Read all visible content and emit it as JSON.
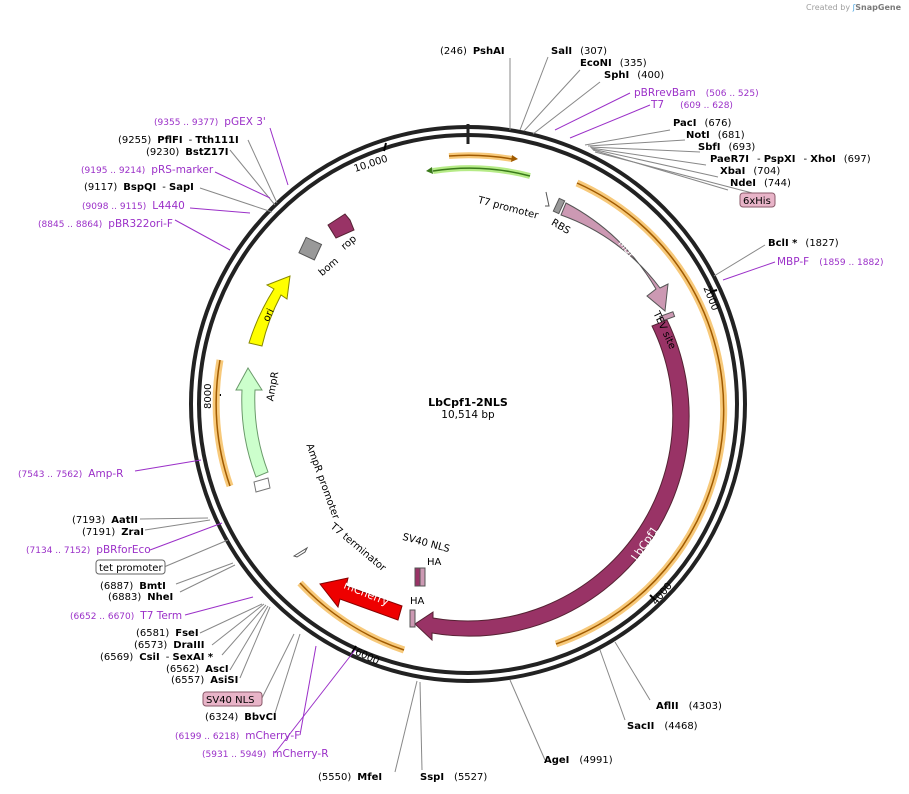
{
  "credit": {
    "text": "Created by",
    "brand": "SnapGene"
  },
  "plasmid": {
    "name": "LbCpf1-2NLS",
    "size": "10,514 bp",
    "total_bp": 10514
  },
  "colors": {
    "backbone": "#222222",
    "enzyme_line": "#808080",
    "primer": "#9b30c8",
    "orange_glow": "#f7c97a",
    "mbp": "#cc99b3",
    "lbcpf1": "#993366",
    "mcherry": "#ee0000",
    "ori": "#ffff00",
    "ampr": "#ccffcc",
    "rop": "#993366",
    "bom": "#999999",
    "green_arrow": "#8bd35b"
  },
  "ticks": [
    {
      "label": "10,000",
      "bp": 10000
    },
    {
      "label": "2000",
      "bp": 2000
    },
    {
      "label": "4000",
      "bp": 4000
    },
    {
      "label": "6000",
      "bp": 6000
    },
    {
      "label": "8000",
      "bp": 8000
    }
  ],
  "features": {
    "inner_labels": [
      {
        "id": "t7-promoter",
        "text": "T7 promoter"
      },
      {
        "id": "rbs",
        "text": "RBS"
      },
      {
        "id": "mbp",
        "text": "MBP"
      },
      {
        "id": "tev",
        "text": "TEV site"
      },
      {
        "id": "lbcpf1",
        "text": "LbCpf1"
      },
      {
        "id": "sv40nls",
        "text": "SV40 NLS"
      },
      {
        "id": "ha1",
        "text": "HA"
      },
      {
        "id": "ha2",
        "text": "HA"
      },
      {
        "id": "mcherry",
        "text": "mCherry"
      },
      {
        "id": "t7-terminator",
        "text": "T7 terminator"
      },
      {
        "id": "ampr-promoter",
        "text": "AmpR promoter"
      },
      {
        "id": "ampr",
        "text": "AmpR"
      },
      {
        "id": "ori",
        "text": "ori"
      },
      {
        "id": "bom",
        "text": "bom"
      },
      {
        "id": "rop",
        "text": "rop"
      }
    ],
    "boxed_labels": [
      {
        "id": "6xhis",
        "text": "6xHis"
      },
      {
        "id": "tet-promoter",
        "text": "tet promoter"
      },
      {
        "id": "sv40-nls-box",
        "text": "SV40 NLS"
      }
    ]
  },
  "enzymes": [
    {
      "name": "PshAI",
      "pos": "(246)"
    },
    {
      "name": "SalI",
      "pos": "(307)"
    },
    {
      "name": "EcoNI",
      "pos": "(335)"
    },
    {
      "name": "SphI",
      "pos": "(400)"
    },
    {
      "name": "PacI",
      "pos": "(676)"
    },
    {
      "name": "NotI",
      "pos": "(681)"
    },
    {
      "name": "SbfI",
      "pos": "(693)"
    },
    {
      "name": "PaeR7I",
      "sep1": "- ",
      "name2": "PspXI",
      "sep2": "- ",
      "name3": "XhoI",
      "pos": "(697)"
    },
    {
      "name": "XbaI",
      "pos": "(704)"
    },
    {
      "name": "NdeI",
      "pos": "(744)"
    },
    {
      "name": "BclI *",
      "pos": "(1827)"
    },
    {
      "name": "AflII",
      "pos": "(4303)"
    },
    {
      "name": "SacII",
      "pos": "(4468)"
    },
    {
      "name": "AgeI",
      "pos": "(4991)"
    },
    {
      "name": "SspI",
      "pos": "(5527)"
    },
    {
      "name": "MfeI",
      "pos": "(5550)"
    },
    {
      "name": "BbvCI",
      "pos": "(6324)"
    },
    {
      "name": "AsiSI",
      "pos": "(6557)"
    },
    {
      "name": "AscI",
      "pos": "(6562)"
    },
    {
      "name": "CsiI",
      "sep1": "- ",
      "name2": "SexAI *",
      "pos": "(6569)"
    },
    {
      "name": "DraIII",
      "pos": "(6573)"
    },
    {
      "name": "FseI",
      "pos": "(6581)"
    },
    {
      "name": "NheI",
      "pos": "(6883)"
    },
    {
      "name": "BmtI",
      "pos": "(6887)"
    },
    {
      "name": "ZraI",
      "pos": "(7191)"
    },
    {
      "name": "AatII",
      "pos": "(7193)"
    },
    {
      "name": "BspQI",
      "sep1": "- ",
      "name2": "SapI",
      "pos": "(9117)"
    },
    {
      "name": "BstZ17I",
      "pos": "(9230)"
    },
    {
      "name": "PflFI",
      "sep1": "- ",
      "name2": "Tth111I",
      "pos": "(9255)"
    }
  ],
  "primers": [
    {
      "name": "pBRrevBam",
      "range": "(506 .. 525)"
    },
    {
      "name": "T7",
      "range": "(609 .. 628)"
    },
    {
      "name": "MBP-F",
      "range": "(1859 .. 1882)"
    },
    {
      "name": "mCherry-F",
      "range": "(6199 .. 6218)"
    },
    {
      "name": "mCherry-R",
      "range": "(5931 .. 5949)"
    },
    {
      "name": "T7 Term",
      "range": "(6652 .. 6670)"
    },
    {
      "name": "pBRforEco",
      "range": "(7134 .. 7152)"
    },
    {
      "name": "Amp-R",
      "range": "(7543 .. 7562)"
    },
    {
      "name": "pBR322ori-F",
      "range": "(8845 .. 8864)"
    },
    {
      "name": "L4440",
      "range": "(9098 .. 9115)"
    },
    {
      "name": "pRS-marker",
      "range": "(9195 .. 9214)"
    },
    {
      "name": "pGEX 3'",
      "range": "(9355 .. 9377)"
    }
  ]
}
